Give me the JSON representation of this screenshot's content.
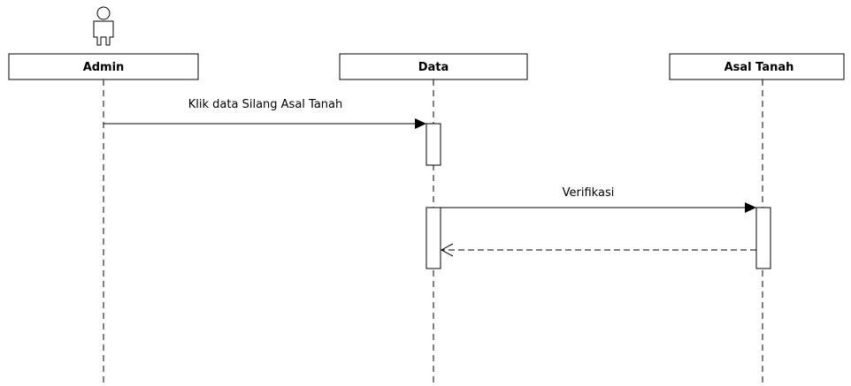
{
  "diagram": {
    "participants": [
      {
        "id": "admin",
        "label": "Admin",
        "is_actor": true
      },
      {
        "id": "data",
        "label": "Data",
        "is_actor": false
      },
      {
        "id": "asal_tanah",
        "label": "Asal Tanah",
        "is_actor": false
      }
    ],
    "messages": [
      {
        "id": "msg1",
        "label": "Klik data Silang Asal Tanah",
        "from": "admin",
        "to": "data",
        "kind": "sync"
      },
      {
        "id": "msg2",
        "label": "Verifikasi",
        "from": "data",
        "to": "asal_tanah",
        "kind": "sync"
      },
      {
        "id": "msg3",
        "label": "",
        "from": "asal_tanah",
        "to": "data",
        "kind": "return"
      }
    ]
  }
}
